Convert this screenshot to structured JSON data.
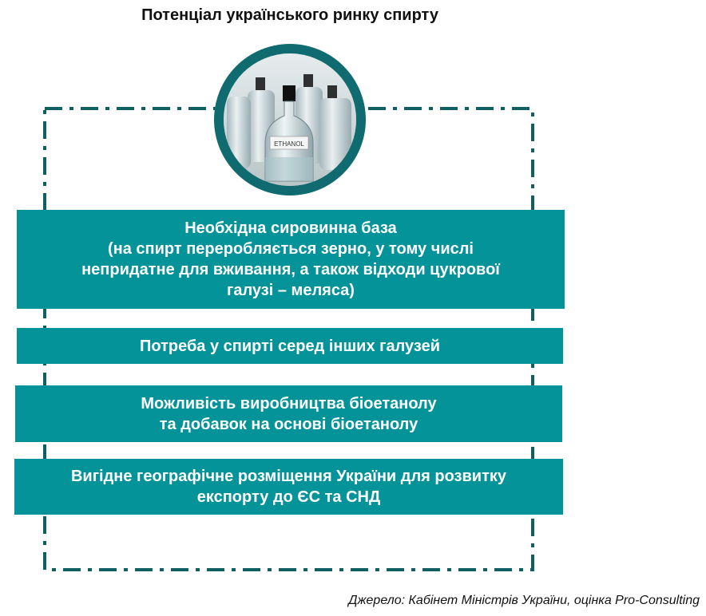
{
  "title": "Потенціал українського ринку спирту",
  "image": {
    "icon": "ethanol-bottles-photo",
    "label": "ETHANOL"
  },
  "boxes": [
    "Необхідна сировинна база\n(на спирт переробляється зерно, у тому числі\nнепридатне для вживання, а також відходи цукрової\nгалузі – меляса)",
    "Потреба у спирті серед інших галузей",
    "Можливість виробництва біоетанолу\nта добавок на основі біоетанолу",
    "Вигідне географічне розміщення України для розвитку\nекспорту до ЄС та СНД"
  ],
  "source": "Джерело: Кабінет Міністрів України, оцінка Pro-Consulting",
  "colors": {
    "box": "#05939a",
    "frame": "#0f5f63",
    "ring": "#0f6b6f"
  }
}
